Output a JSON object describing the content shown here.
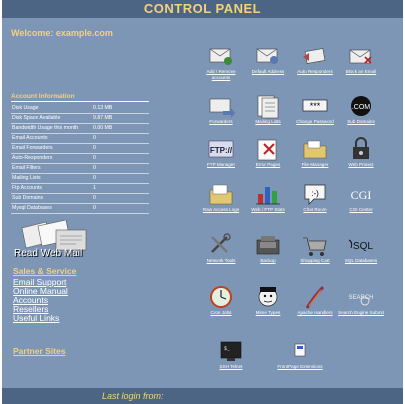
{
  "header": {
    "title": "CONTROL PANEL"
  },
  "welcome": "Welcome: example.com",
  "account": {
    "title": "Account Information",
    "rows": [
      {
        "label": "Disk Usage",
        "value": "0.13 MB"
      },
      {
        "label": "Disk Space Available",
        "value": "9.87 MB"
      },
      {
        "label": "Bandwidth Usage this month",
        "value": "0.00 MB"
      },
      {
        "label": "Email Accounts",
        "value": "0"
      },
      {
        "label": "Email Forwarders",
        "value": "0"
      },
      {
        "label": "Auto-Responders",
        "value": "0"
      },
      {
        "label": "Email Filters",
        "value": "0"
      },
      {
        "label": "Mailing Lists",
        "value": "0"
      },
      {
        "label": "Ftp Accounts",
        "value": "1"
      },
      {
        "label": "Sub Domains",
        "value": "0"
      },
      {
        "label": "Mysql Databases",
        "value": "0"
      }
    ]
  },
  "webmail": {
    "label": "Read Web Mail"
  },
  "sales": {
    "title": "Sales & Service",
    "links": [
      "Email Support",
      "Online Manual",
      "Accounts",
      "Resellers",
      "Useful Links"
    ]
  },
  "partner": {
    "title": "Partner Sites"
  },
  "icons": [
    {
      "label": "Add / Remove accounts",
      "icon": "mail-add-icon"
    },
    {
      "label": "Default Address",
      "icon": "mail-default-icon"
    },
    {
      "label": "Auto Responders",
      "icon": "auto-responder-icon"
    },
    {
      "label": "Block an Email",
      "icon": "block-mail-icon"
    },
    {
      "label": "Forwarders",
      "icon": "forwarder-icon"
    },
    {
      "label": "Mailing Lists",
      "icon": "mailing-list-icon"
    },
    {
      "label": "Change Password",
      "icon": "password-icon"
    },
    {
      "label": "Sub Domains",
      "icon": "subdomain-icon"
    },
    {
      "label": "FTP Manager",
      "icon": "ftp-icon"
    },
    {
      "label": "Error Pages",
      "icon": "error-pages-icon"
    },
    {
      "label": "File Manager",
      "icon": "file-manager-icon"
    },
    {
      "label": "Web Protect",
      "icon": "lock-icon"
    },
    {
      "label": "Raw Access Logs",
      "icon": "raw-log-icon"
    },
    {
      "label": "Web / FTP Stats",
      "icon": "stats-icon"
    },
    {
      "label": "Chat Room",
      "icon": "chat-icon"
    },
    {
      "label": "CGI Center",
      "icon": "cgi-icon"
    },
    {
      "label": "Network Tools",
      "icon": "tools-icon"
    },
    {
      "label": "Backup",
      "icon": "backup-icon"
    },
    {
      "label": "Shopping Cart",
      "icon": "cart-icon"
    },
    {
      "label": "SQL Databases",
      "icon": "sql-icon"
    },
    {
      "label": "Cron Jobs",
      "icon": "cron-icon"
    },
    {
      "label": "Mime Types",
      "icon": "mime-icon"
    },
    {
      "label": "Apache Handlers",
      "icon": "apache-icon"
    },
    {
      "label": "Search Engine Submit",
      "icon": "search-engine-icon"
    },
    {
      "label": "SSH Telnet",
      "icon": "terminal-icon"
    },
    {
      "label": "FrontPage Extensions",
      "icon": "frontpage-icon"
    }
  ],
  "footer": {
    "last_login": "Last login from:"
  }
}
